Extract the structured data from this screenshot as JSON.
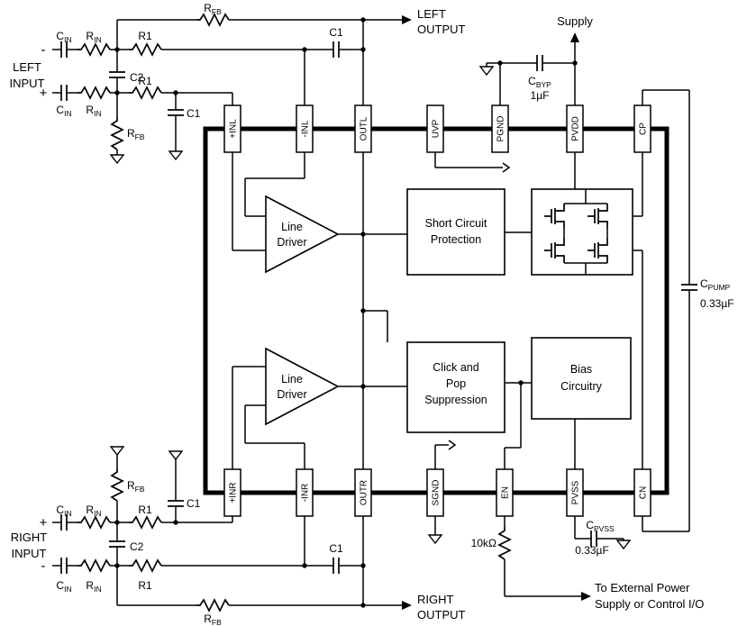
{
  "pins": {
    "top": [
      "+INL",
      "-INL",
      "OUTL",
      "UVP",
      "PGND",
      "PVDD",
      "CP"
    ],
    "bottom": [
      "+INR",
      "-INR",
      "OUTR",
      "SGND",
      "EN",
      "PVSS",
      "CN"
    ]
  },
  "blocks": {
    "line_driver": {
      "line1": "Line",
      "line2": "Driver"
    },
    "short_circuit_protection": {
      "line1": "Short Circuit",
      "line2": "Protection"
    },
    "click_pop_suppression": {
      "line1": "Click and",
      "line2": "Pop",
      "line3": "Suppression"
    },
    "bias_circuitry": {
      "line1": "Bias",
      "line2": "Circuitry"
    }
  },
  "labels": {
    "left_input": {
      "line1": "LEFT",
      "line2": "INPUT"
    },
    "right_input": {
      "line1": "RIGHT",
      "line2": "INPUT"
    },
    "left_output": {
      "line1": "LEFT",
      "line2": "OUTPUT"
    },
    "right_output": {
      "line1": "RIGHT",
      "line2": "OUTPUT"
    },
    "supply": "Supply",
    "external_io": {
      "line1": "To External Power",
      "line2": "Supply or Control I/O"
    },
    "plus": "+",
    "minus": "-"
  },
  "components": {
    "rfb": {
      "sym": "R",
      "sub": "FB"
    },
    "rin": {
      "sym": "R",
      "sub": "IN"
    },
    "cin": {
      "sym": "C",
      "sub": "IN"
    },
    "r1": "R1",
    "c1": "C1",
    "c2": "C2",
    "cbyp": {
      "sym": "C",
      "sub": "BYP",
      "value": "1µF"
    },
    "cpump": {
      "sym": "C",
      "sub": "PUMP",
      "value": "0.33µF"
    },
    "cpvss": {
      "sym": "C",
      "sub": "PVSS",
      "value": "0.33µF"
    },
    "en_pulldown": "10kΩ"
  },
  "colors": {
    "wire": "#000000",
    "chip_border": "#000000",
    "background": "#ffffff"
  }
}
